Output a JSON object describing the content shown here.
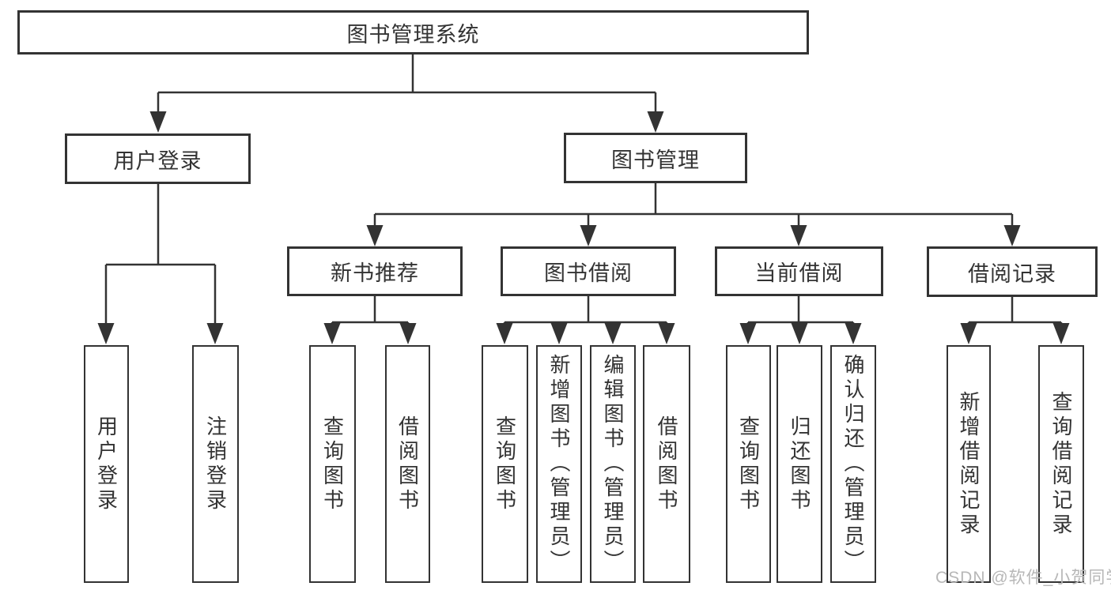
{
  "colors": {
    "line": "#333333",
    "box_border": "#333333",
    "text": "#333333",
    "background": "#ffffff",
    "watermark": "#b7b7b7"
  },
  "diagram": {
    "root": {
      "label": "图书管理系统"
    },
    "level2": {
      "user_login": {
        "label": "用户登录"
      },
      "book_management": {
        "label": "图书管理"
      }
    },
    "level3": {
      "new_book": {
        "label": "新书推荐"
      },
      "borrow": {
        "label": "图书借阅"
      },
      "current": {
        "label": "当前借阅"
      },
      "records": {
        "label": "借阅记录"
      }
    },
    "leaves": {
      "user_login": [
        "用户登录",
        "注销登录"
      ],
      "new_book": [
        "查询图书",
        "借阅图书"
      ],
      "borrow": [
        "查询图书",
        "新增图书（管理员）",
        "编辑图书（管理员）",
        "借阅图书"
      ],
      "current": [
        "查询图书",
        "归还图书",
        "确认归还（管理员）"
      ],
      "records": [
        "新增借阅记录",
        "查询借阅记录"
      ]
    }
  },
  "watermark": {
    "text": "CSDN @软件_小贺同学"
  }
}
